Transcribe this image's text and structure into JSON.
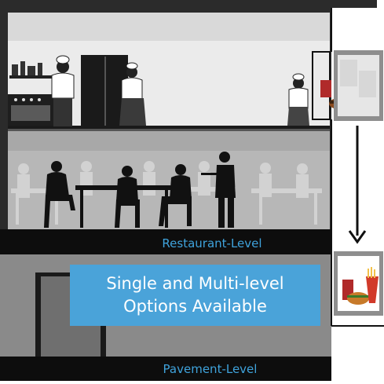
{
  "labels": {
    "restaurant_level": "Restaurant-Level",
    "pavement_level": "Pavement-Level"
  },
  "promo": {
    "line1": "Single and Multi-level",
    "line2": "Options Available"
  },
  "colors": {
    "accent_blue": "#4aa3d9",
    "label_text": "#3fa3dc",
    "building_dark": "#2b2b2b",
    "floor_grey": "#8a8a8a",
    "kitchen_bg": "#e8e8e8",
    "dining_bg": "#b5b5b5",
    "food_panel_grey": "#8e8e8e"
  },
  "icons": [
    "arrow-down-icon",
    "fast-food-icon",
    "chef-icon",
    "diner-icon",
    "waiter-icon"
  ]
}
